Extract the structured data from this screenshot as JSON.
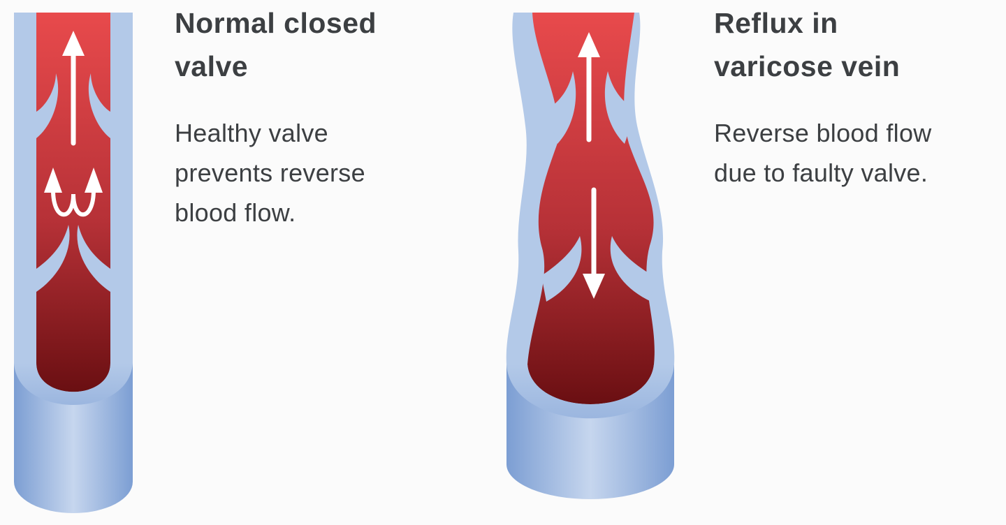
{
  "panels": [
    {
      "title_lines": [
        "Normal closed",
        "valve"
      ],
      "desc_lines": [
        "Healthy valve",
        "prevents reverse",
        "blood flow."
      ]
    },
    {
      "title_lines": [
        "Reflux in",
        "varicose vein"
      ],
      "desc_lines": [
        "Reverse blood flow",
        "due to faulty valve."
      ]
    }
  ],
  "colors": {
    "vein_wall": "#b3c9e8",
    "blood_top": "#e84a4c",
    "blood_bottom": "#6a0f12",
    "arrow": "#ffffff",
    "text": "#3c3f42"
  }
}
